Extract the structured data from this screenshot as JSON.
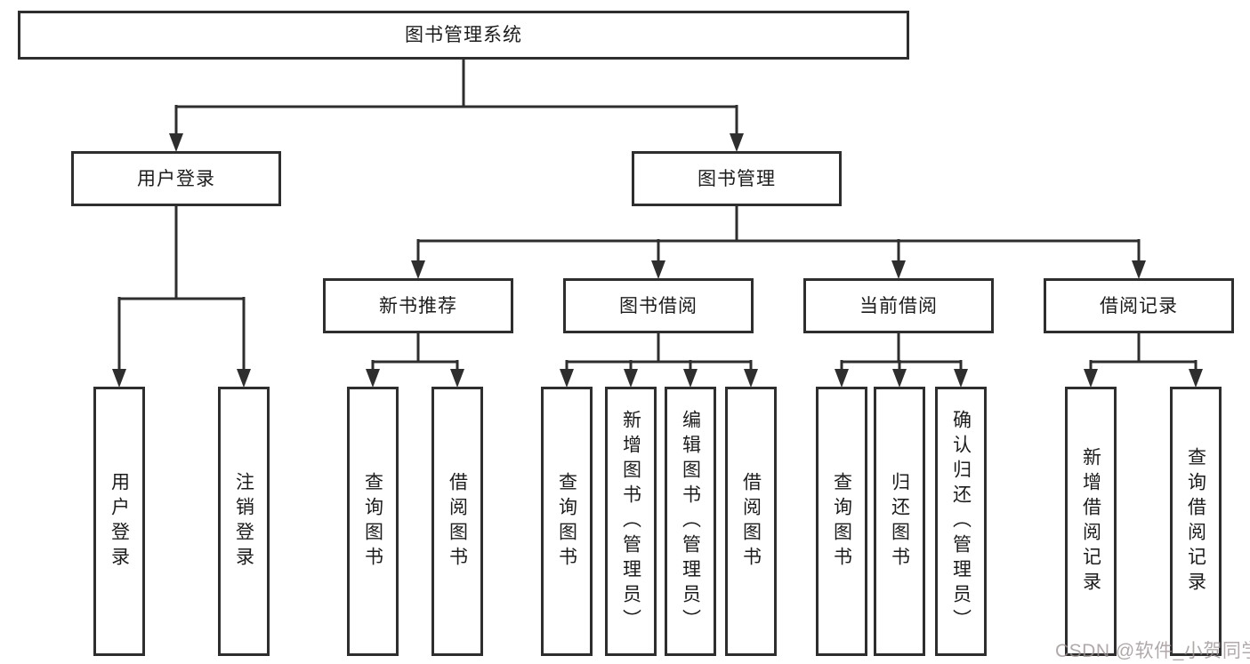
{
  "diagram": {
    "title_node": "图书管理系统",
    "colors": {
      "line": "#2e2e2e",
      "text": "#1c1c1c",
      "watermark": "#9e9494",
      "box_bg": "#ffffff"
    },
    "nodes": {
      "root": "图书管理系统",
      "user_login": "用户登录",
      "book_mgmt": "图书管理",
      "new_books": "新书推荐",
      "book_borrow": "图书借阅",
      "current_borrow": "当前借阅",
      "borrow_records": "借阅记录",
      "leaf_user_login": "用户登录",
      "leaf_logout": "注销登录",
      "leaf_nb_query": "查询图书",
      "leaf_nb_borrow": "借阅图书",
      "leaf_bb_query": "查询图书",
      "leaf_bb_add": "新增图书（管理员）",
      "leaf_bb_edit": "编辑图书（管理员）",
      "leaf_bb_borrow": "借阅图书",
      "leaf_cb_query": "查询图书",
      "leaf_cb_return": "归还图书",
      "leaf_cb_confirm": "确认归还（管理员）",
      "leaf_br_add": "新增借阅记录",
      "leaf_br_query": "查询借阅记录"
    }
  },
  "watermark": "CSDN @软件_小贺同学"
}
